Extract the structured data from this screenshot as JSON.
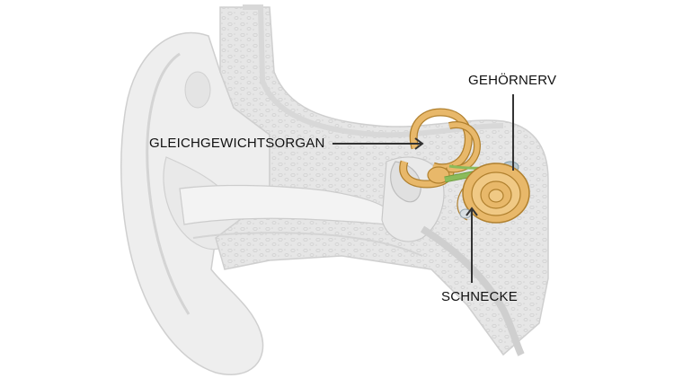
{
  "labels": {
    "vestibular": "GLEICHGEWICHTSORGAN",
    "auditory_nerve": "GEHÖRNERV",
    "cochlea": "SCHNECKE"
  },
  "colors": {
    "tissue": "#eeeeee",
    "tissue_outline": "#cfcfcf",
    "bone": "#e3e3e3",
    "bone_texture": "#d2d2d2",
    "cochlea": "#e8b86a",
    "cochlea_outline": "#b0802e",
    "nerve": "#8bbb5a",
    "pointer": "#333333"
  }
}
